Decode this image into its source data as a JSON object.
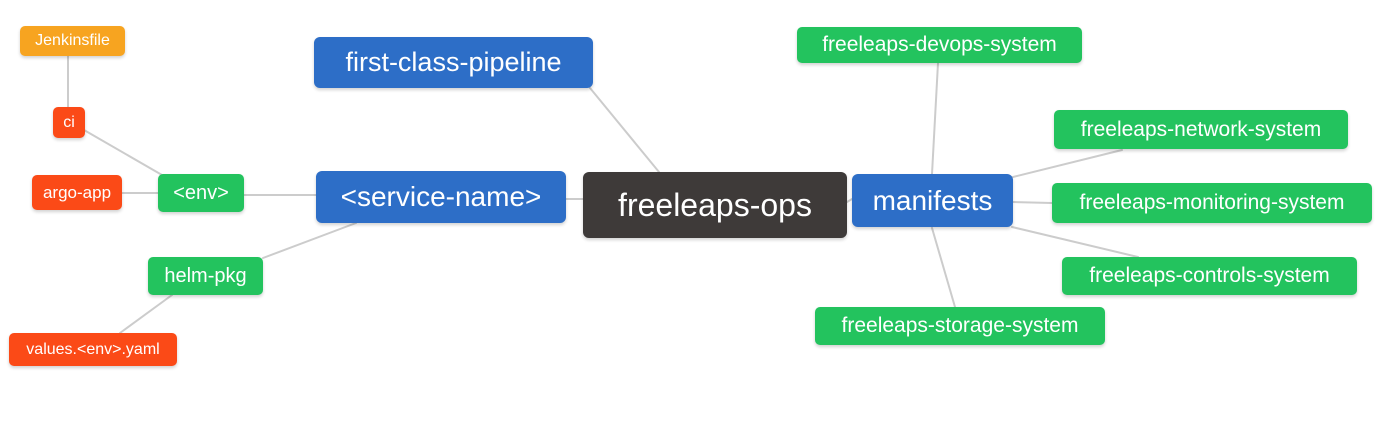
{
  "diagram": {
    "type": "mindmap",
    "colors": {
      "root_bg": "#3e3a39",
      "branch_bg": "#2d6ec7",
      "green_bg": "#23c35e",
      "red_bg": "#fb4a17",
      "orange_bg": "#f7a420",
      "edge": "#cccccc",
      "text": "#ffffff"
    },
    "nodes": {
      "root": {
        "label": "freeleaps-ops"
      },
      "first_class_pipeline": {
        "label": "first-class-pipeline"
      },
      "service_name": {
        "label": "<service-name>"
      },
      "manifests": {
        "label": "manifests"
      },
      "env": {
        "label": "<env>"
      },
      "ci": {
        "label": "ci"
      },
      "jenkinsfile": {
        "label": "Jenkinsfile"
      },
      "argo_app": {
        "label": "argo-app"
      },
      "helm_pkg": {
        "label": "helm-pkg"
      },
      "values_env_yaml": {
        "label": "values.<env>.yaml"
      },
      "devops_system": {
        "label": "freeleaps-devops-system"
      },
      "network_system": {
        "label": "freeleaps-network-system"
      },
      "monitoring_system": {
        "label": "freeleaps-monitoring-system"
      },
      "controls_system": {
        "label": "freeleaps-controls-system"
      },
      "storage_system": {
        "label": "freeleaps-storage-system"
      }
    },
    "edges": [
      {
        "from": "jenkinsfile",
        "to": "ci"
      },
      {
        "from": "ci",
        "to": "env"
      },
      {
        "from": "argo_app",
        "to": "env"
      },
      {
        "from": "env",
        "to": "service_name"
      },
      {
        "from": "helm_pkg",
        "to": "service_name"
      },
      {
        "from": "values_env_yaml",
        "to": "helm_pkg"
      },
      {
        "from": "service_name",
        "to": "root"
      },
      {
        "from": "first_class_pipeline",
        "to": "root"
      },
      {
        "from": "root",
        "to": "manifests"
      },
      {
        "from": "manifests",
        "to": "devops_system"
      },
      {
        "from": "manifests",
        "to": "network_system"
      },
      {
        "from": "manifests",
        "to": "monitoring_system"
      },
      {
        "from": "manifests",
        "to": "controls_system"
      },
      {
        "from": "manifests",
        "to": "storage_system"
      }
    ]
  }
}
